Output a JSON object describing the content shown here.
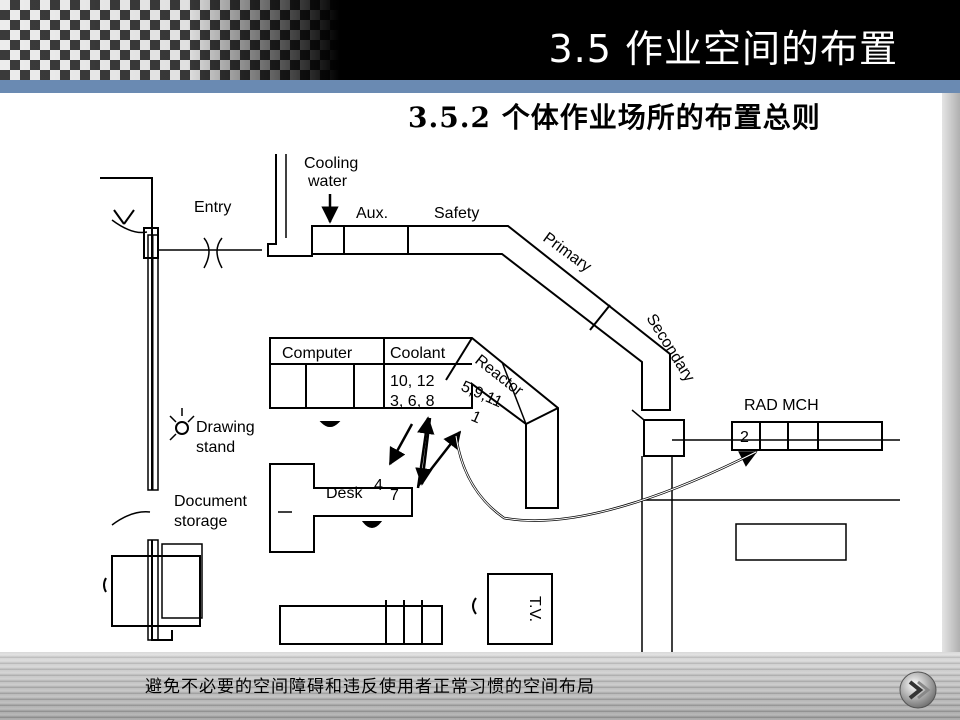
{
  "header": {
    "title": "3.5 作业空间的布置",
    "subtitle": "3.5.2 个体作业场所的布置总则"
  },
  "figure": {
    "labels": {
      "cooling_water": [
        "Cooling",
        "water"
      ],
      "entry": "Entry",
      "aux": "Aux.",
      "safety": "Safety",
      "primary": "Primary",
      "secondary": "Secondary",
      "computer": "Computer",
      "coolant": "Coolant",
      "coolant_numbers": [
        "10, 12",
        "3, 6, 8"
      ],
      "reactor": "Reactor",
      "reactor_numbers": [
        "5,9,11",
        "1"
      ],
      "rad_mch": "RAD MCH",
      "rad_number": "2",
      "drawing_stand": [
        "Drawing",
        "stand"
      ],
      "desk": "Desk",
      "desk_numbers": [
        "4",
        "7"
      ],
      "document_storage": [
        "Document",
        "storage"
      ],
      "tv": "T.V."
    }
  },
  "footer": {
    "caption": "避免不必要的空间障碍和违反使用者正常习惯的空间布局"
  },
  "colors": {
    "header_bg": "#000000",
    "accent_bar": "#6a8ab2"
  }
}
